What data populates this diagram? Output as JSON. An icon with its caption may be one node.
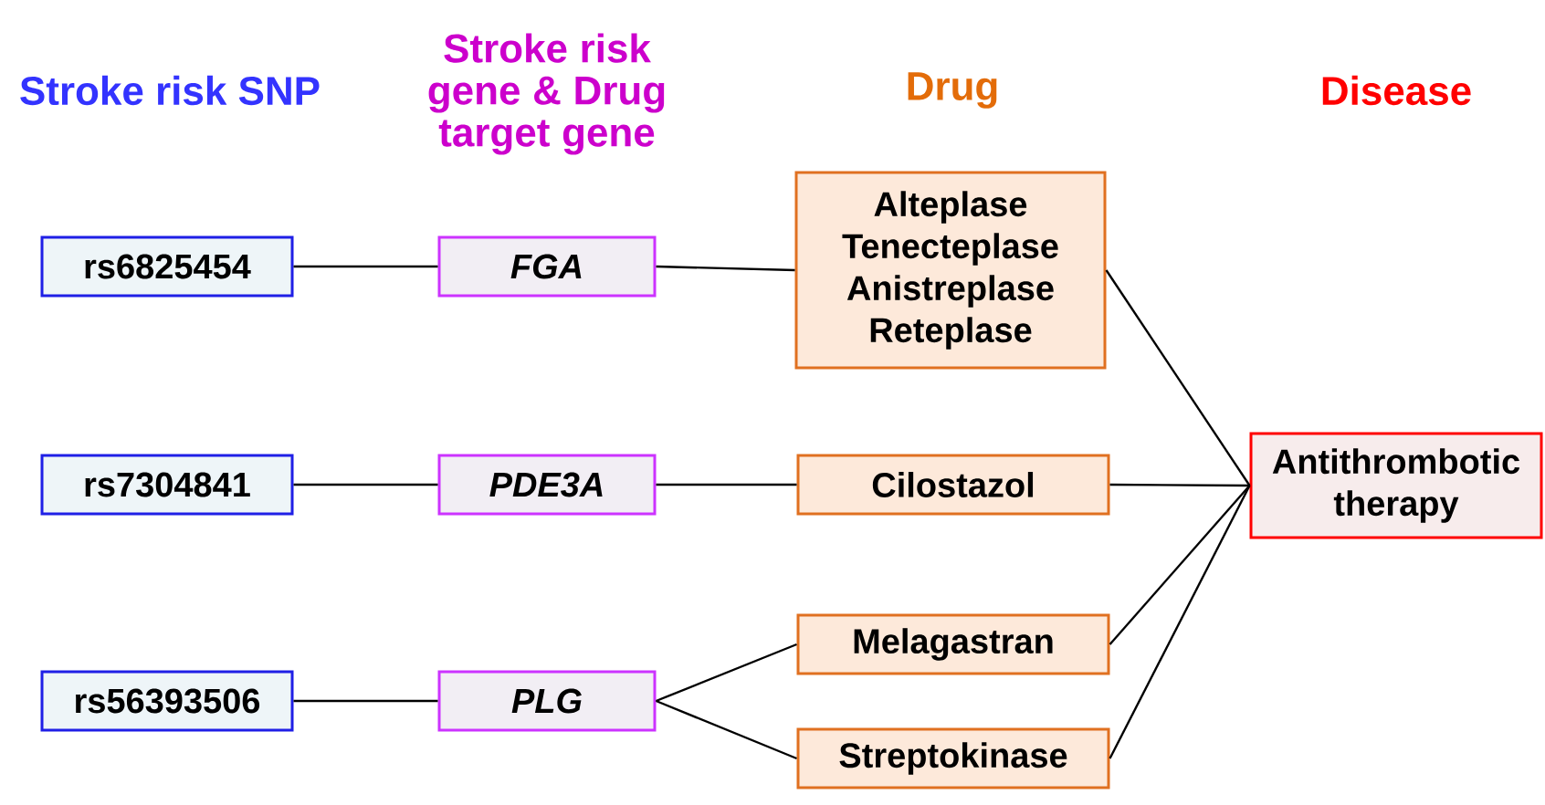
{
  "diagram": {
    "nodes": [
      {
        "text": [
          "rs6825454"
        ]
      },
      {
        "text": [
          "rs7304841"
        ]
      },
      {
        "text": [
          "rs56393506"
        ]
      },
      {
        "text": [
          "FGA"
        ]
      },
      {
        "text": [
          "PDE3A"
        ]
      },
      {
        "text": [
          "PLG"
        ]
      },
      {
        "text": [
          "Alteplase",
          "Tenecteplase",
          "Anistreplase",
          "Reteplase"
        ]
      },
      {
        "text": [
          "Cilostazol"
        ]
      },
      {
        "text": [
          "Melagastran"
        ]
      },
      {
        "text": [
          "Streptokinase"
        ]
      },
      {
        "text": [
          "Antithrombotic therapy"
        ]
      }
    ],
    "edges": [
      {
        "from": 0,
        "to": 3,
        "arrow": "none"
      },
      {
        "from": 1,
        "to": 4,
        "arrow": "none"
      },
      {
        "from": 2,
        "to": 5,
        "arrow": "none"
      },
      {
        "from": 3,
        "to": 6,
        "arrow": "none"
      },
      {
        "from": 4,
        "to": 7,
        "arrow": "none"
      },
      {
        "from": 5,
        "to": 8,
        "arrow": "none"
      },
      {
        "from": 5,
        "to": 9,
        "arrow": "none"
      },
      {
        "from": 6,
        "to": 10,
        "arrow": "none"
      },
      {
        "from": 7,
        "to": 10,
        "arrow": "none"
      },
      {
        "from": 8,
        "to": 10,
        "arrow": "none"
      },
      {
        "from": 9,
        "to": 10,
        "arrow": "none"
      }
    ],
    "labels": [
      "Stroke risk SNP",
      "Stroke risk gene & Drug target gene",
      "Drug",
      "Disease"
    ]
  }
}
